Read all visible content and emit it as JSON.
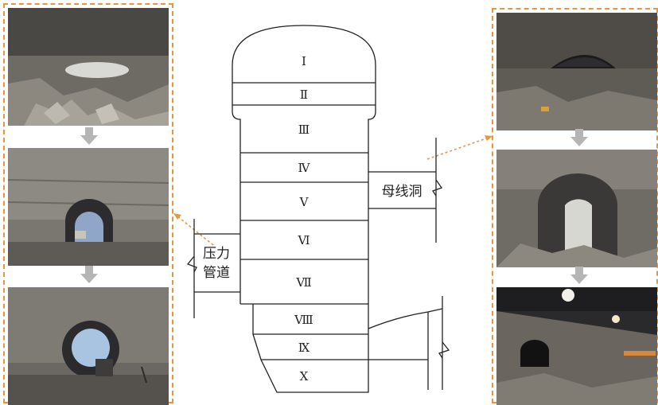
{
  "sections": [
    "Ⅰ",
    "Ⅱ",
    "Ⅲ",
    "Ⅳ",
    "Ⅴ",
    "Ⅵ",
    "Ⅶ",
    "Ⅷ",
    "Ⅸ",
    "Ⅹ"
  ],
  "labels": {
    "busbar_tunnel": "母线洞",
    "penstock_line1": "压力",
    "penstock_line2": "管道"
  },
  "colors": {
    "frame": "#e8963a",
    "arrow": "#b5b5b5",
    "line": "#222222"
  }
}
